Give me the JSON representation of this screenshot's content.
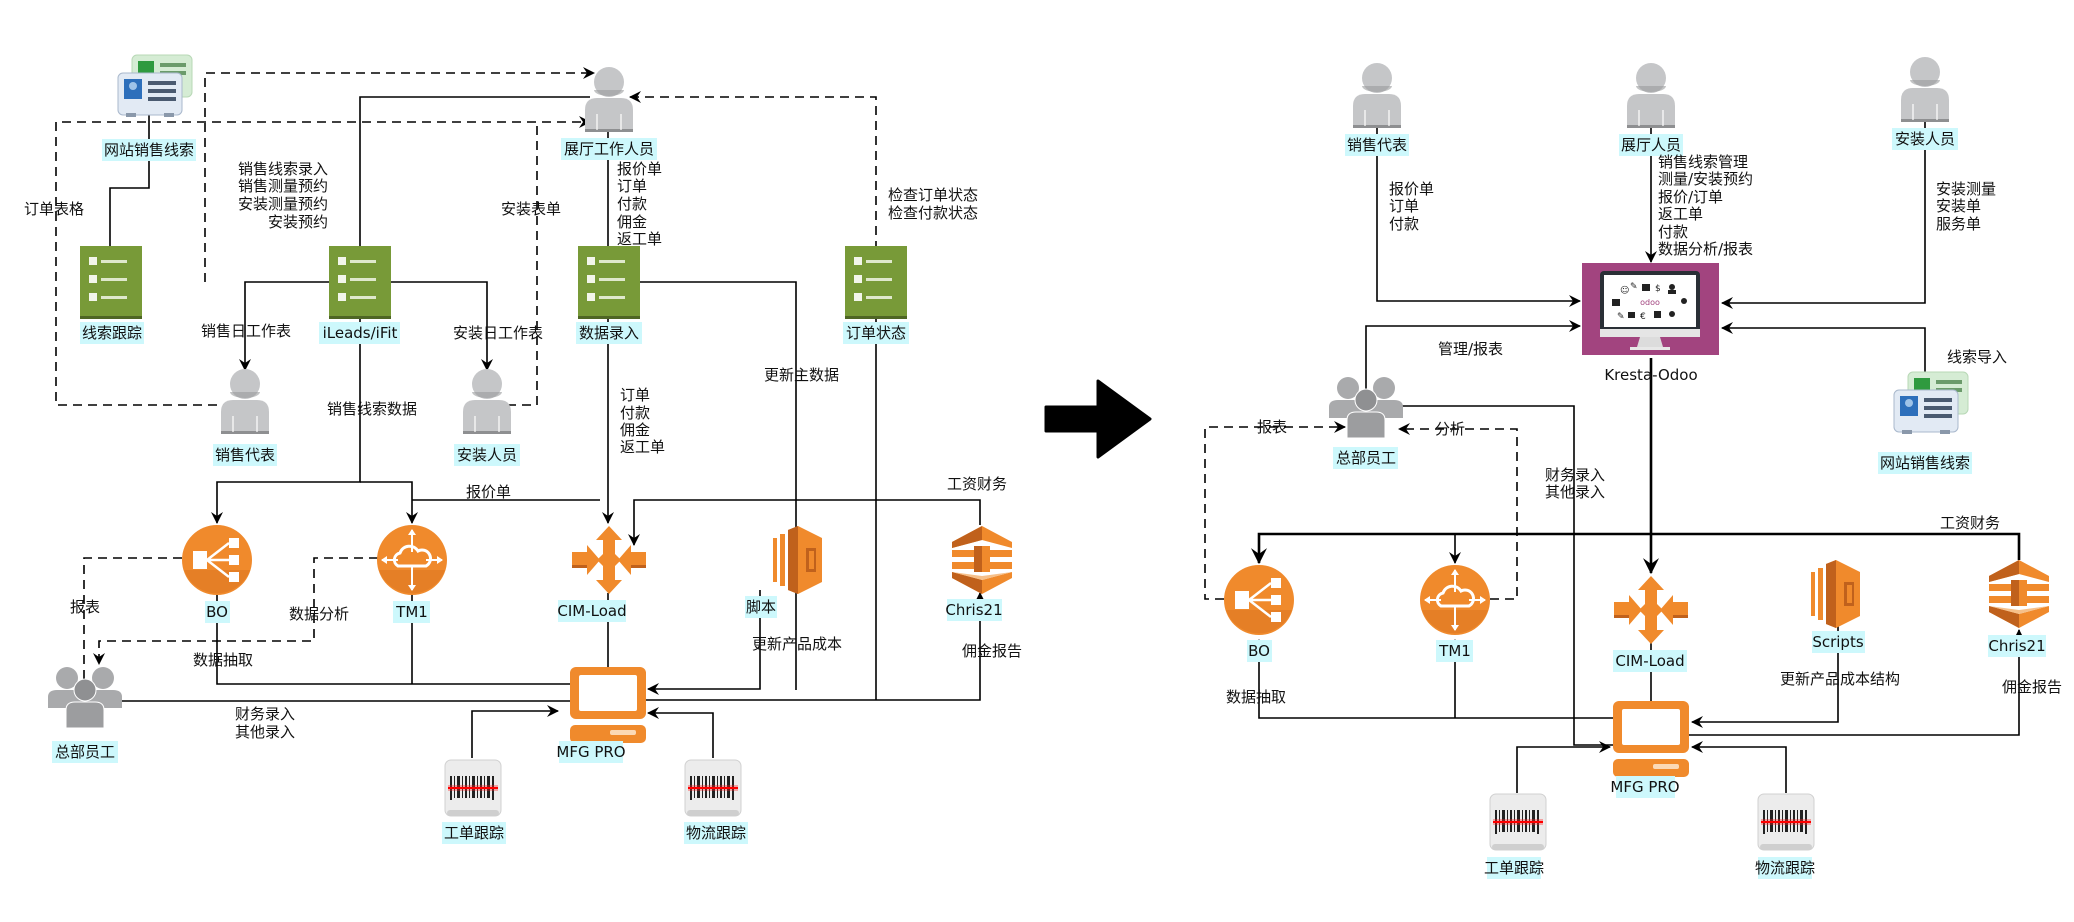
{
  "before": {
    "nodes": {
      "web_leads": "网站销售线索",
      "lead_tracking": "线索跟踪",
      "ileads": "iLeads/iFit",
      "data_entry": "数据录入",
      "order_status": "订单状态",
      "showroom_staff": "展厅工作人员",
      "sales_rep": "销售代表",
      "installer": "安装人员",
      "hq_staff": "总部员工",
      "bo": "BO",
      "tm1": "TM1",
      "cim_load": "CIM-Load",
      "script": "脚本",
      "chris21": "Chris21",
      "mfg_pro": "MFG PRO",
      "wo_tracking": "工单跟踪",
      "logistics_tracking": "物流跟踪"
    },
    "edge_labels": {
      "order_form": "订单表格",
      "ileads_input": [
        "销售线索录入",
        "销售测量预约",
        "安装测量预约",
        "安装预约"
      ],
      "install_form": "安装表单",
      "showroom_to_entry": [
        "报价单",
        "订单",
        "付款",
        "佣金",
        "返工单"
      ],
      "check_status": [
        "检查订单状态",
        "检查付款状态"
      ],
      "sales_daily": "销售日工作表",
      "install_daily": "安装日工作表",
      "lead_data": "销售线索数据",
      "entry_to_cim": [
        "订单",
        "付款",
        "佣金",
        "返工单"
      ],
      "update_master": "更新主数据",
      "quote": "报价单",
      "payroll": "工资财务",
      "report": "报表",
      "analysis": "数据分析",
      "extract": "数据抽取",
      "finance_entry": [
        "财务录入",
        "其他录入"
      ],
      "update_cost": "更新产品成本",
      "commission_report": "佣金报告"
    }
  },
  "after": {
    "nodes": {
      "sales_rep": "销售代表",
      "showroom_staff": "展厅人员",
      "installer": "安装人员",
      "odoo": "Kresta-Odoo",
      "odoo_logo": "odoo",
      "hq_staff": "总部员工",
      "web_leads": "网站销售线索",
      "bo": "BO",
      "tm1": "TM1",
      "cim_load": "CIM-Load",
      "scripts": "Scripts",
      "chris21": "Chris21",
      "mfg_pro": "MFG PRO",
      "wo_tracking": "工单跟踪",
      "logistics_tracking": "物流跟踪"
    },
    "edge_labels": {
      "sales_rep_flow": [
        "报价单",
        "订单",
        "付款"
      ],
      "showroom_flow": [
        "销售线索管理",
        "测量/安装预约",
        "报价/订单",
        "返工单",
        "付款",
        "数据分析/报表"
      ],
      "installer_flow": [
        "安装测量",
        "安装单",
        "服务单"
      ],
      "manage_report": "管理/报表",
      "lead_import": "线索导入",
      "report": "报表",
      "analysis": "分析",
      "finance_entry": [
        "财务录入",
        "其他录入"
      ],
      "payroll": "工资财务",
      "extract": "数据抽取",
      "update_cost_structure": "更新产品成本结构",
      "commission_report": "佣金报告"
    }
  },
  "colors": {
    "label_bg": "#cdf8fc",
    "green_doc": "#789a38",
    "orange": "#f08a2c",
    "orange_dark": "#c0611c",
    "person_gray": "#c5c6c8",
    "odoo_purple": "#a2447f"
  }
}
